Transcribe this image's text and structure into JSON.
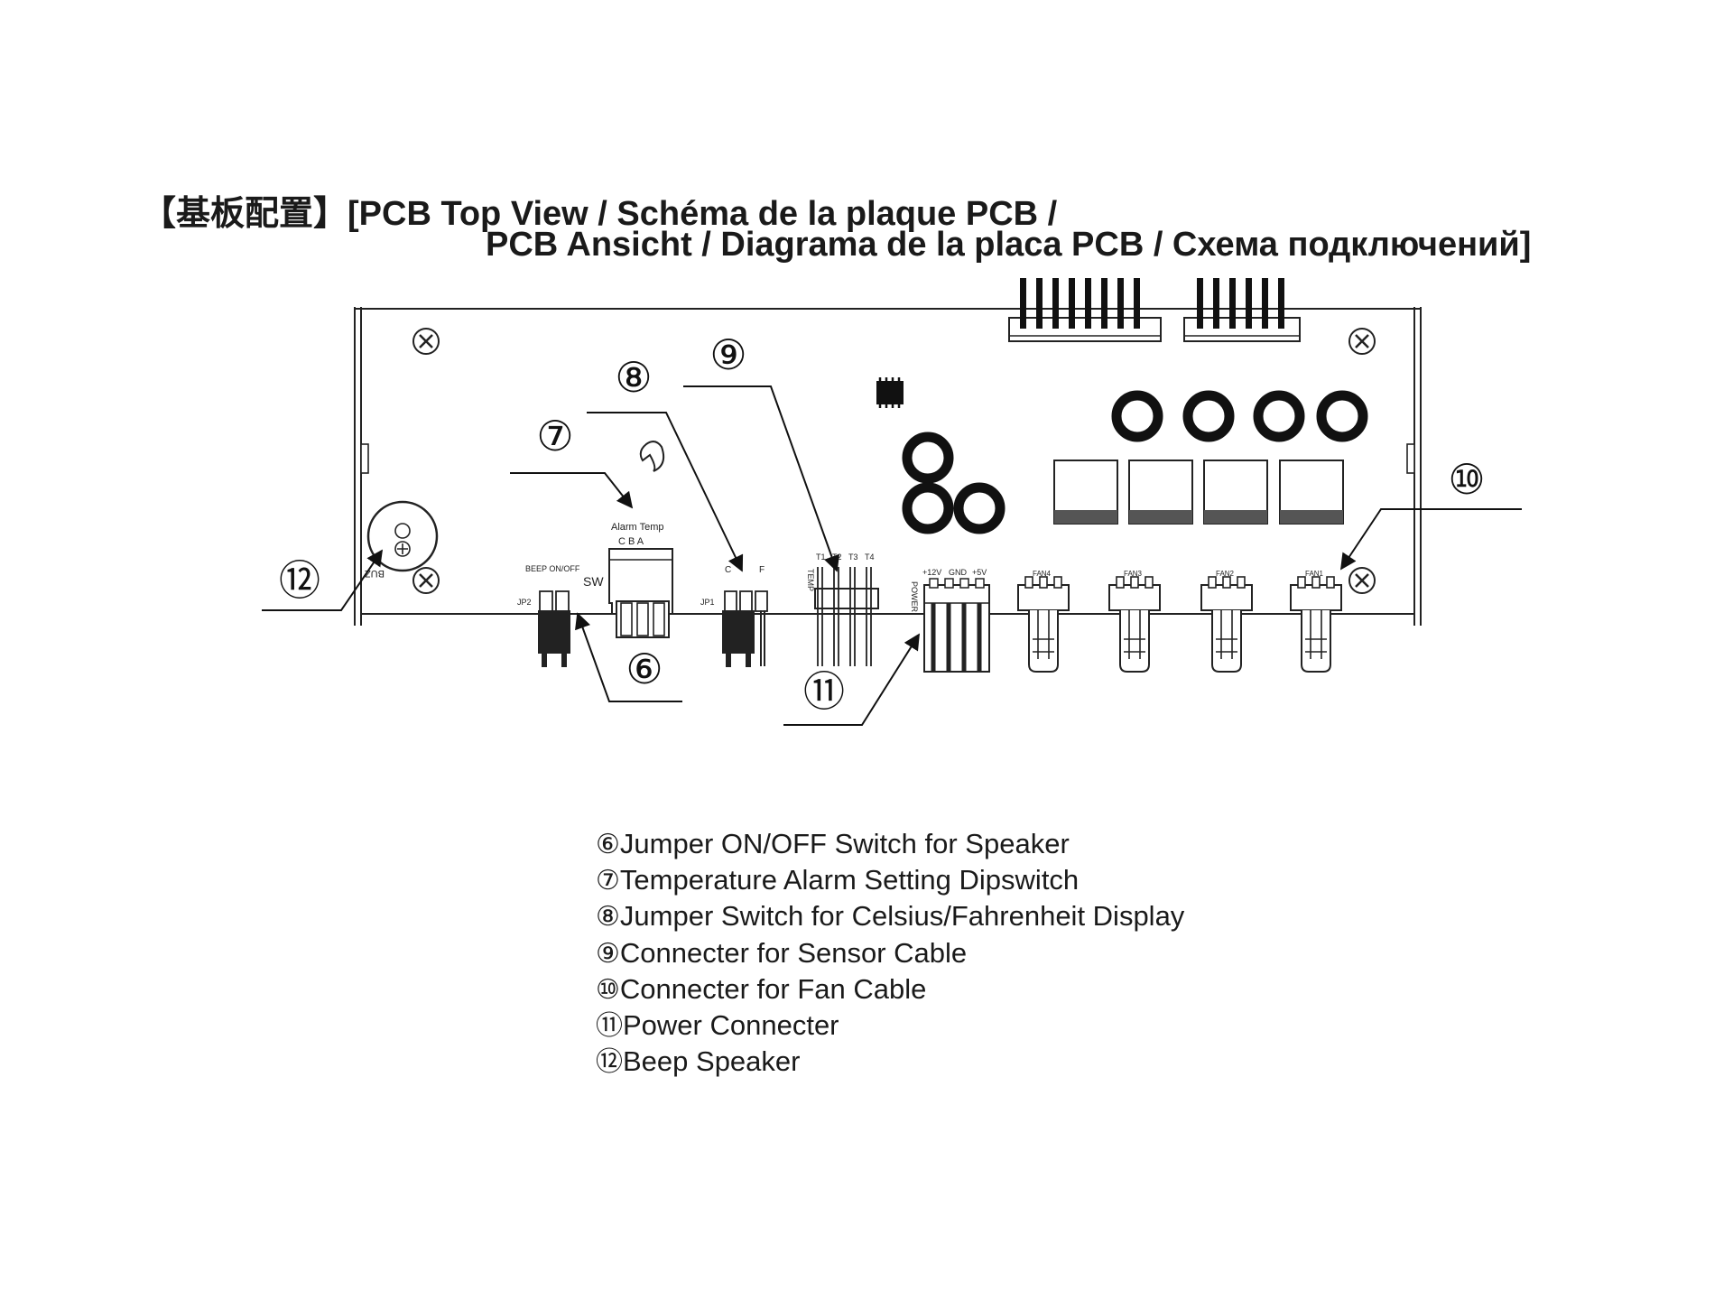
{
  "title": {
    "line1": "【基板配置】[PCB Top View / Schéma de la plaque PCB /",
    "line2": "PCB Ansicht / Diagrama de la placa PCB / Схема подключений]"
  },
  "board": {
    "buzzer_label": "BUZ",
    "jp2_label": "JP2",
    "beep_label": "BEEP ON/OFF",
    "sw_label": "SW",
    "alarm_label": "Alarm Temp",
    "alarm_cols": "C   B   A",
    "jp1_label": "JP1",
    "cf_c": "C",
    "cf_f": "F",
    "temp_label": "TEMP",
    "t1": "T1",
    "t2": "T2",
    "t3": "T3",
    "t4": "T4",
    "power_label": "POWER",
    "p12v": "+12V",
    "pgnd": "GND",
    "p5v": "+5V",
    "fan4": "FAN4",
    "fan3": "FAN3",
    "fan2": "FAN2",
    "fan1": "FAN1"
  },
  "callouts": {
    "c6": "⑥",
    "c7": "⑦",
    "c8": "⑧",
    "c9": "⑨",
    "c10": "⑩",
    "c11": "⑪",
    "c12": "⑫"
  },
  "legend": [
    {
      "marker": "⑥",
      "text": "Jumper ON/OFF Switch for Speaker"
    },
    {
      "marker": "⑦",
      "text": "Temperature Alarm Setting Dipswitch"
    },
    {
      "marker": "⑧",
      "text": "Jumper Switch for Celsius/Fahrenheit Display"
    },
    {
      "marker": "⑨",
      "text": "Connecter for Sensor Cable"
    },
    {
      "marker": "⑩",
      "text": "Connecter for Fan Cable"
    },
    {
      "marker": "⑪",
      "text": "Power Connecter"
    },
    {
      "marker": "⑫",
      "text": "Beep Speaker"
    }
  ]
}
